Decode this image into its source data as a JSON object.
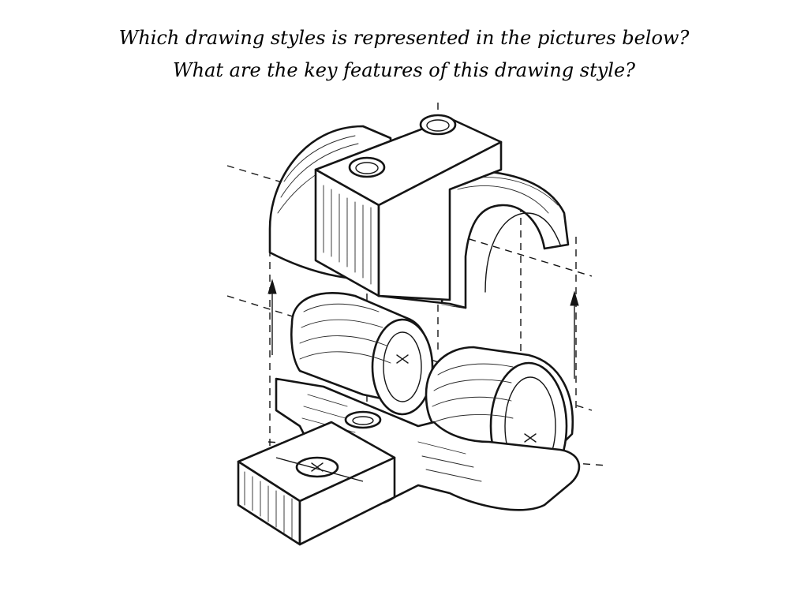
{
  "slide": {
    "question_line_1": "Which drawing styles is represented in the pictures below?",
    "question_line_2": "What are the key features of this drawing style?"
  },
  "drawing": {
    "subject": "exploded isometric sketch of a split bearing block with two bushings",
    "ink_color": "#151515",
    "background_color": "#ffffff"
  }
}
